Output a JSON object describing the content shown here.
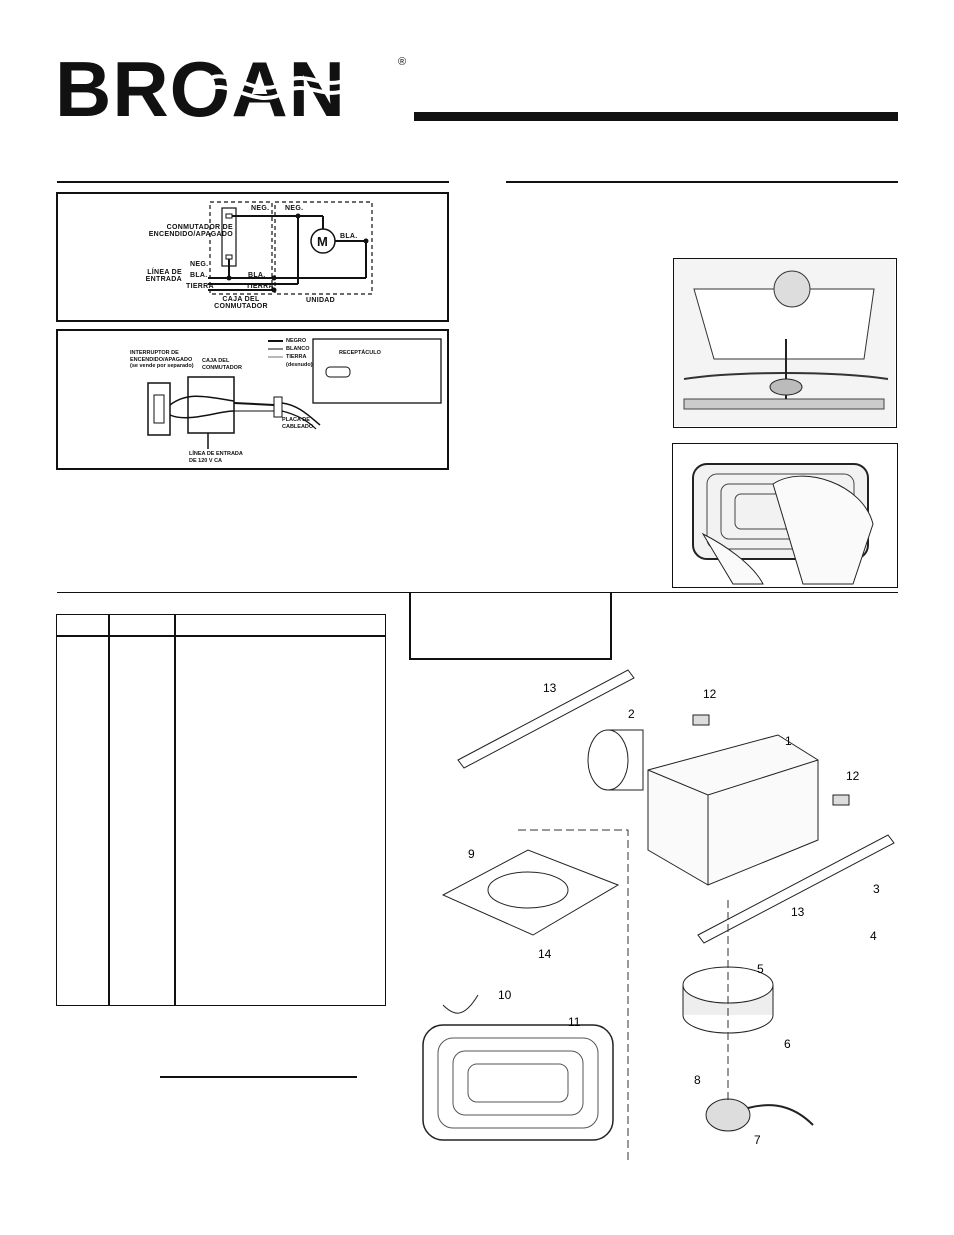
{
  "brand": {
    "name": "BROAN",
    "registered": "®"
  },
  "wiring_diagram": {
    "switch_label_line1": "CONMUTADOR DE",
    "switch_label_line2": "ENCENDIDO/APAGADO",
    "line_in_line1": "LÍNEA DE",
    "line_in_line2": "ENTRADA",
    "neg": "NEG.",
    "bla": "BLA.",
    "tierra": "TIERRA",
    "motor": "M",
    "switch_box_line1": "CAJA DEL",
    "switch_box_line2": "CONMUTADOR",
    "unit": "UNIDAD"
  },
  "connection_diagram": {
    "switch_line1": "INTERRUPTOR DE",
    "switch_line2": "ENCENDIDO/APAGADO",
    "switch_line3": "(se vende por separado)",
    "switch_box_line1": "CAJA DEL",
    "switch_box_line2": "CONMUTADOR",
    "legend_black": "NEGRO",
    "legend_white": "BLANCO",
    "legend_ground_line1": "TIERRA",
    "legend_ground_line2": "(desnudo)",
    "receptacle": "RECEPTÁCULO",
    "plate_line1": "PLACA DE",
    "plate_line2": "CABLEADO",
    "line_in_line1": "LÍNEA DE ENTRADA",
    "line_in_line2": "DE 120 V CA"
  },
  "exploded_view": {
    "callouts": [
      "13",
      "2",
      "12",
      "1",
      "12",
      "9",
      "3",
      "13",
      "4",
      "14",
      "5",
      "10",
      "6",
      "11",
      "8",
      "7"
    ]
  }
}
